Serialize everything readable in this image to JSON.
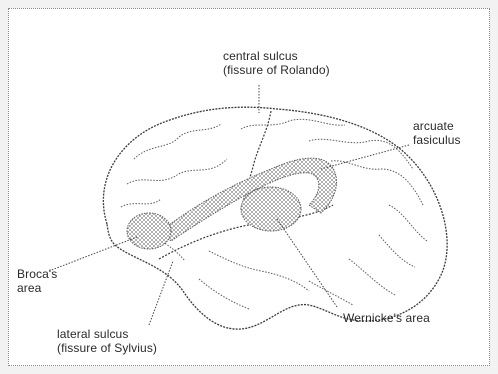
{
  "labels": {
    "central_sulcus": {
      "line1": "central sulcus",
      "line2": "(fissure of Rolando)"
    },
    "arcuate": {
      "line1": "arcuate",
      "line2": "fasiculus"
    },
    "broca": {
      "line1": "Broca's",
      "line2": "area"
    },
    "wernicke": {
      "line1": "Wernicke's area"
    },
    "lateral_sulcus": {
      "line1": "lateral sulcus",
      "line2": "(fissure of Sylvius)"
    }
  },
  "colors": {
    "background": "#f2f2f2",
    "panel": "#ffffff",
    "ink": "#2a2a2a",
    "shading": "#9a9a9a"
  }
}
